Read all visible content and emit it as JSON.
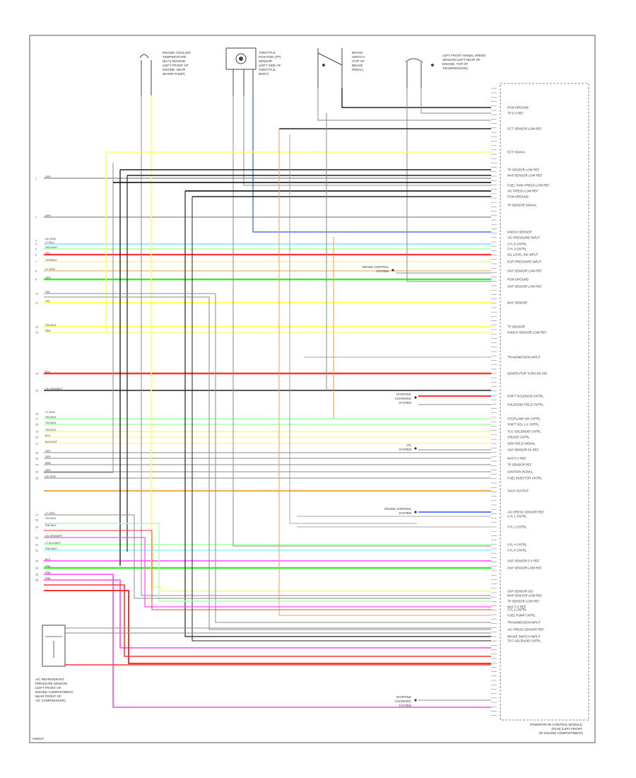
{
  "title_block": {
    "footer_code": "G00017",
    "pcm_caption": [
      "POWERTRAIN CONTROL MODULE",
      "(PCM) (LEFT FRONT",
      "OF ENGINE COMPARTMENT)"
    ],
    "relay_caption": [
      "A/C REFRIGERANT",
      "PRESSURE SENSOR",
      "(LEFT FRONT OF",
      "ENGINE COMPARTMENT,",
      "NEAR FRONT OF",
      "A/C COMPRESSOR)"
    ]
  },
  "top_components": [
    {
      "label": [
        "ENGINE COOLANT",
        "TEMPERATURE",
        "(ECT) SENSOR",
        "(LEFT FRONT OF",
        "ENGINE, NEAR",
        "WATER PUMP)"
      ]
    },
    {
      "label": [
        "THROTTLE",
        "POSITION (TP)",
        "SENSOR",
        "(LEFT SIDE OF",
        "THROTTLE",
        "BODY)"
      ]
    },
    {
      "label": [
        "BRAKE",
        "SWITCH",
        "(TOP OF",
        "BRAKE",
        "PEDAL)"
      ]
    },
    {
      "label": [
        "LEFT FRONT WHEEL SPEED",
        "SENSOR (LEFT REAR OF",
        "ENGINE, TOP OF",
        "TRANSMISSION)"
      ]
    }
  ],
  "left_labels": [
    {
      "id": "1",
      "text": "GRY"
    },
    {
      "id": "2",
      "text": "GRY"
    },
    {
      "id": "3",
      "text": "DK GRN"
    },
    {
      "id": "4",
      "text": "LT BLU"
    },
    {
      "id": "5",
      "text": "RED/WHT"
    },
    {
      "id": "6",
      "text": "YEL"
    },
    {
      "id": "7",
      "text": "ORN/BLK"
    },
    {
      "id": "8",
      "text": "LT GRN"
    },
    {
      "id": "9",
      "text": "GRY"
    },
    {
      "id": "10",
      "text": "YEL"
    },
    {
      "id": "11",
      "text": "YEL"
    },
    {
      "id": "12",
      "text": "YEL/BLK"
    },
    {
      "id": "13",
      "text": "RED"
    },
    {
      "id": "14",
      "text": "BLK"
    },
    {
      "id": "15",
      "text": "DK GRN/WHT"
    },
    {
      "id": "16",
      "text": "LT GRN"
    },
    {
      "id": "17",
      "text": "YEL/BLK"
    },
    {
      "id": "18",
      "text": "YEL/BLK"
    },
    {
      "id": "19",
      "text": "YEL/BLK"
    },
    {
      "id": "20",
      "text": "BLK"
    },
    {
      "id": "21",
      "text": "BLK/WHT"
    },
    {
      "id": "22",
      "text": "GRY"
    },
    {
      "id": "23",
      "text": "GRY"
    },
    {
      "id": "24",
      "text": "BRN"
    },
    {
      "id": "25",
      "text": "GRY"
    },
    {
      "id": "26",
      "text": "DK GRN"
    },
    {
      "id": "27",
      "text": "LT GRN"
    },
    {
      "id": "28",
      "text": "YEL/BLK"
    },
    {
      "id": "29",
      "text": "PNK/BLK"
    },
    {
      "id": "30",
      "text": "DK GRN/WHT"
    },
    {
      "id": "31",
      "text": "LT BLU/WHT"
    },
    {
      "id": "32",
      "text": "PNK/WHT"
    },
    {
      "id": "33",
      "text": "BLK"
    },
    {
      "id": "34",
      "text": "PNK"
    },
    {
      "id": "35",
      "text": "PNK"
    },
    {
      "id": "36",
      "text": "PNK"
    }
  ],
  "right_labels": [
    "PCM GROUND",
    "TP 5 V REF",
    "ECT SENSOR LOW REF",
    "ECT SIGNAL",
    "TP SENSOR LOW REF",
    "MAP SENSOR LOW REF",
    "FUEL TANK PRESS LOW REF",
    "A/C PRESS LOW REF",
    "PCM GROUND",
    "TP SENSOR SIGNAL",
    "KNOCK SENSOR",
    "A/C PRESSURE INPUT",
    "CYL 5 CNTRL",
    "CYL 3 CNTRL",
    "OIL LEVEL SW INPUT",
    "EGR PRESSURE INPUT",
    "CKP SENSOR LOW REF",
    "PCM GROUND",
    "CKP SENSOR LOW REF",
    "MAF SENSOR",
    "TP SENSOR",
    "KNOCK SENSOR LOW REF",
    "TRANSMISSION INPUT",
    "GENERATOR TURN ON SIG",
    "SHIFT SOLENOID CNTRL",
    "SOLENOID FIELD CNTRL",
    "STOPLAMP SW CNTRL",
    "SHIFT SOL 1-2 CNTRL",
    "TCC SOLENOID CNTRL",
    "CRUISE CNTRL",
    "GEN FIELD SIGNAL",
    "CKP SENSOR 5V REF",
    "MAP 5 V REF",
    "TP SENSOR REF",
    "IGNITION SIGNAL",
    "FUEL INJECTOR CNTRL",
    "TACH OUTPUT",
    "A/C PRESS SENSOR REF",
    "CYL 1 CNTRL",
    "CYL 2 CNTRL",
    "CYL 4 CNTRL",
    "CYL 6 CNTRL",
    "CKP SENSOR 5 V REF",
    "CKP SENSOR LOW REF",
    "CKP SENSOR SIG",
    "MAP SENSOR LOW REF",
    "TP SENSOR LOW REF",
    "MAF 5 V REF",
    "CYL 1 CNTRL",
    "FUEL PUMP CNTRL",
    "TRANSMISSION INPUT",
    "A/C PRESS SENSOR REF",
    "BRAKE SWITCH INPUT",
    "TCC SOLENOID CNTRL"
  ],
  "side_systems": [
    {
      "text": [
        "BRAKE CONTROL",
        "SYSTEM"
      ]
    },
    {
      "text": [
        "STARTING",
        "CHARGING",
        "SYSTEM"
      ]
    },
    {
      "text": [
        "A/C",
        "SYSTEM"
      ]
    },
    {
      "text": [
        "CRUISE CONTROL",
        "SYSTEM"
      ]
    },
    {
      "text": [
        "STARTING",
        "CHARGING",
        "SYSTEM"
      ]
    }
  ],
  "colors": {
    "black": "#222222",
    "gray": "#8a8a8a",
    "yellow": "#ffff66",
    "red": "#ff3333",
    "green": "#33ee33",
    "blue": "#3355ff",
    "pink": "#ff44ff",
    "orange": "#e8a040",
    "lightblue": "#99eeff",
    "lightgreen": "#aaffaa"
  }
}
